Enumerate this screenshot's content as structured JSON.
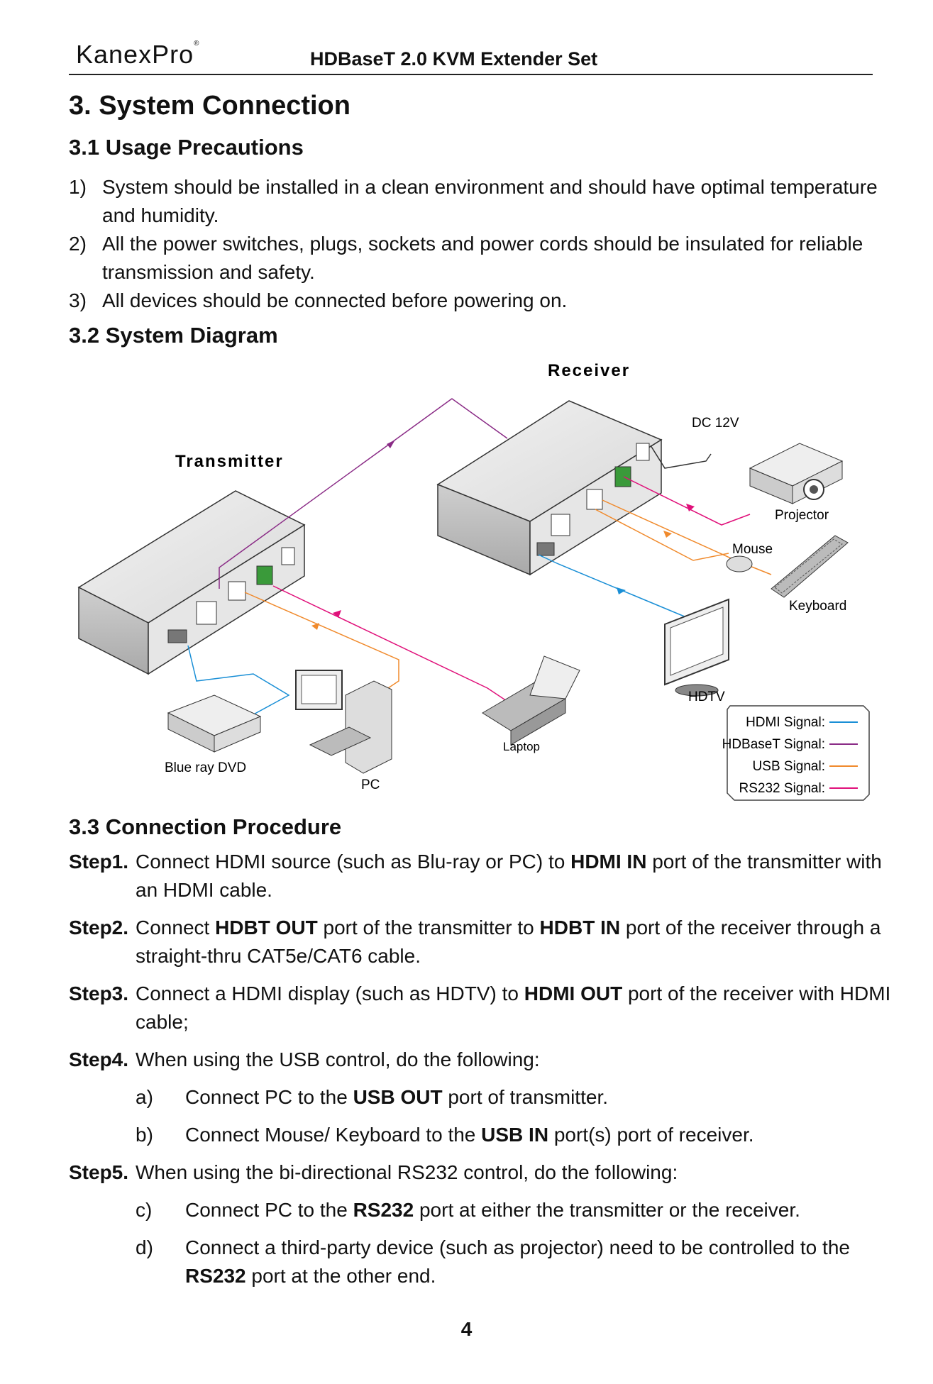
{
  "header": {
    "brand": "KanexPro",
    "brand_mark": "®",
    "title": "HDBaseT 2.0 KVM Extender Set"
  },
  "section": {
    "title": "3. System Connection"
  },
  "precautions": {
    "heading": "3.1 Usage Precautions",
    "items": [
      {
        "num": "1)",
        "text": "System should be installed in a clean environment and should have optimal temperature and humidity."
      },
      {
        "num": "2)",
        "text": "All the power switches, plugs, sockets and power cords should be insulated for reliable transmission and safety."
      },
      {
        "num": "3)",
        "text": "All devices should be connected before powering on."
      }
    ]
  },
  "diagram": {
    "heading": "3.2 System Diagram",
    "labels": {
      "receiver": "Receiver",
      "transmitter": "Transmitter",
      "dc": "DC 12V",
      "projector": "Projector",
      "mouse": "Mouse",
      "keyboard": "Keyboard",
      "hdtv": "HDTV",
      "laptop": "Laptop",
      "dvd": "Blue ray DVD",
      "pc": "PC"
    },
    "legend": [
      {
        "label": "HDMI Signal:",
        "color": "#1a8fd6"
      },
      {
        "label": "HDBaseT Signal:",
        "color": "#8a2b86"
      },
      {
        "label": "USB Signal:",
        "color": "#f08a2c"
      },
      {
        "label": "RS232 Signal:",
        "color": "#e0107a"
      }
    ]
  },
  "procedure": {
    "heading": "3.3 Connection Procedure",
    "step1": {
      "label": "Step1.",
      "t1": "Connect HDMI source (such as Blu-ray or PC) to ",
      "b1": "HDMI IN",
      "t2": " port of the transmitter with an HDMI cable."
    },
    "step2": {
      "label": "Step2.",
      "t1": "Connect ",
      "b1": "HDBT OUT",
      "t2": " port of the transmitter to ",
      "b2": "HDBT IN",
      "t3": " port of the receiver through a straight-thru CAT5e/CAT6 cable."
    },
    "step3": {
      "label": "Step3.",
      "t1": "Connect a HDMI display (such as HDTV) to ",
      "b1": "HDMI OUT",
      "t2": " port of the receiver with HDMI cable;"
    },
    "step4": {
      "label": "Step4.",
      "text": "When using the USB control, do the following:"
    },
    "sub_a": {
      "label": "a)",
      "t1": "Connect PC to the ",
      "b1": "USB OUT",
      "t2": " port of transmitter."
    },
    "sub_b": {
      "label": "b)",
      "t1": "Connect Mouse/ Keyboard to the ",
      "b1": "USB IN",
      "t2": " port(s) port of receiver."
    },
    "step5": {
      "label": "Step5.",
      "text": "When using the bi-directional RS232 control, do the following:"
    },
    "sub_c": {
      "label": "c)",
      "t1": "Connect PC to the ",
      "b1": "RS232",
      "t2": " port at either the transmitter or the receiver."
    },
    "sub_d": {
      "label": "d)",
      "t1": "Connect a third-party device (such as projector) need to be controlled to the ",
      "b1": "RS232",
      "t2": " port at the other end."
    }
  },
  "footer": {
    "page": "4"
  }
}
